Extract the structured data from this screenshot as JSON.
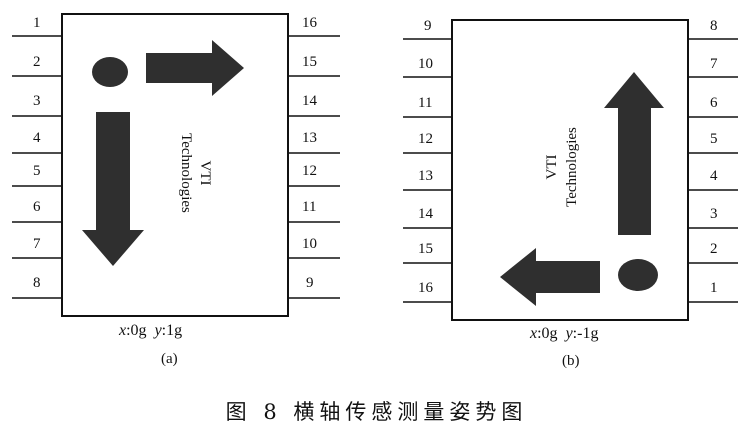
{
  "colors": {
    "ink": "#111111",
    "arrow": "#2f2f2f",
    "background": "#ffffff"
  },
  "panel_a": {
    "left_pins": [
      "1",
      "2",
      "3",
      "4",
      "5",
      "6",
      "7",
      "8"
    ],
    "right_pins": [
      "16",
      "15",
      "14",
      "13",
      "12",
      "11",
      "10",
      "9"
    ],
    "chip_text": {
      "line1": "VTI",
      "line2": "Technologies"
    },
    "axis_x": "x",
    "value_x": ":0g",
    "axis_y": "y",
    "value_y": ":1g",
    "label": "(a)"
  },
  "panel_b": {
    "left_pins": [
      "9",
      "10",
      "11",
      "12",
      "13",
      "14",
      "15",
      "16"
    ],
    "right_pins": [
      "8",
      "7",
      "6",
      "5",
      "4",
      "3",
      "2",
      "1"
    ],
    "chip_text": {
      "line1": "VTI",
      "line2": "Technologies"
    },
    "axis_x": "x",
    "value_x": ":0g",
    "axis_y": "y",
    "value_y": ":-1g",
    "label": "(b)"
  },
  "caption": "图 8  横轴传感测量姿势图"
}
